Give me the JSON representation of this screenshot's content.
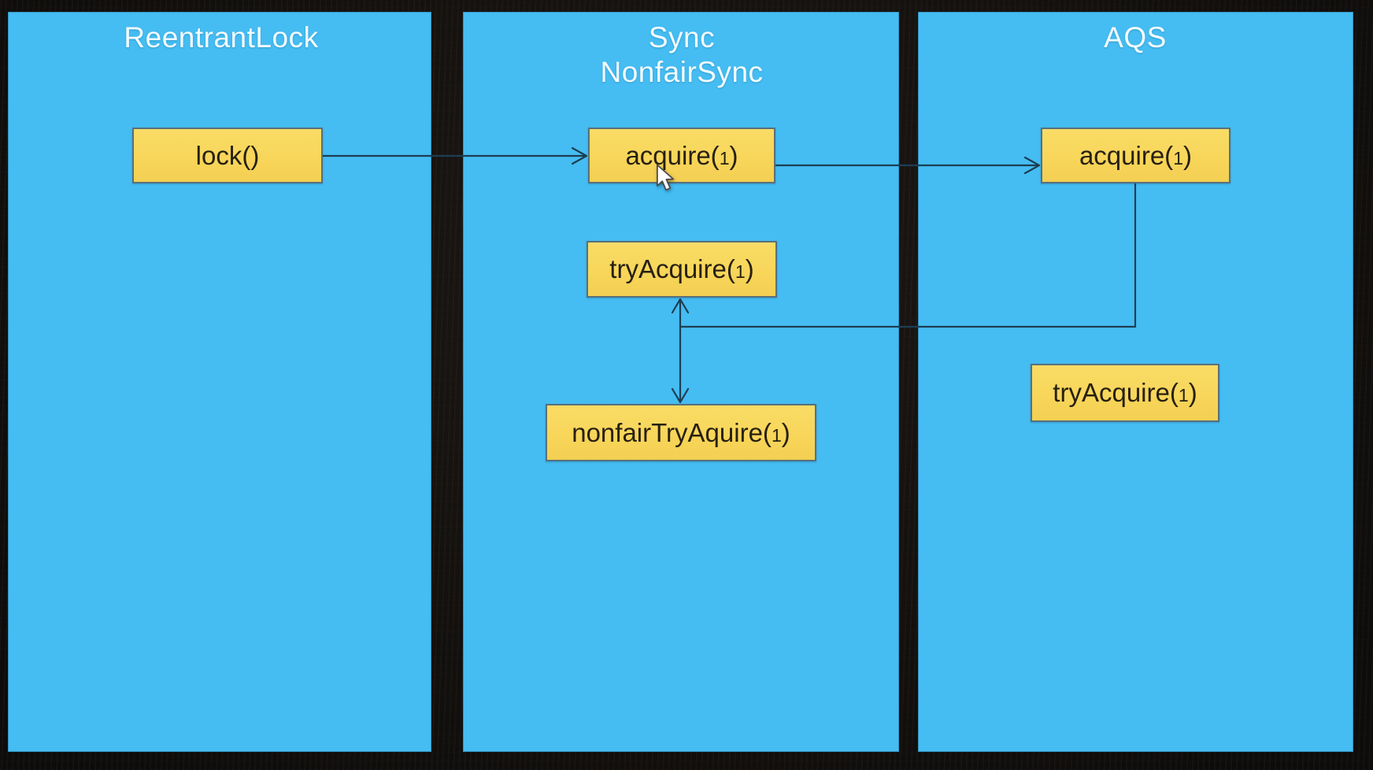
{
  "colors": {
    "background": "#151210",
    "column_fill": "#45bdf2",
    "node_fill": "#f8d65a",
    "node_border": "#59707c",
    "node_text": "#282012",
    "title_text": "#f3fbff",
    "connector_line": "#1d3e53",
    "cursor_fill": "#ffffff"
  },
  "diagram": {
    "columns": [
      {
        "id": "reentrantlock",
        "title_lines": [
          "ReentrantLock"
        ],
        "boxes": [
          {
            "id": "lock",
            "label": "lock()"
          }
        ]
      },
      {
        "id": "sync-nonfairsync",
        "title_lines": [
          "Sync",
          "NonfairSync"
        ],
        "boxes": [
          {
            "id": "acquire",
            "label": "acquire(1)"
          },
          {
            "id": "tryacquire",
            "label": "tryAcquire(1)"
          },
          {
            "id": "nonfairtryaquire",
            "label": "nonfairTryAquire(1)"
          }
        ]
      },
      {
        "id": "aqs",
        "title_lines": [
          "AQS"
        ],
        "boxes": [
          {
            "id": "acquire",
            "label": "acquire(1)"
          },
          {
            "id": "tryacquire",
            "label": "tryAcquire(1)"
          }
        ]
      }
    ],
    "connectors": [
      {
        "from": "ReentrantLock.lock()",
        "to": "Sync.acquire(1)",
        "style": "arrow-right"
      },
      {
        "from": "Sync.acquire(1)",
        "to": "AQS.acquire(1)",
        "style": "arrow-right"
      },
      {
        "from": "AQS.acquire(1)",
        "to": "Sync.tryAcquire(1)/nonfairTryAquire(1)",
        "style": "elbow"
      },
      {
        "from": "Sync.tryAcquire(1)",
        "to": "Sync.nonfairTryAquire(1)",
        "style": "double-arrow"
      }
    ],
    "cursor": {
      "shape": "arrow-pointer",
      "over": "Sync.acquire(1)"
    }
  }
}
